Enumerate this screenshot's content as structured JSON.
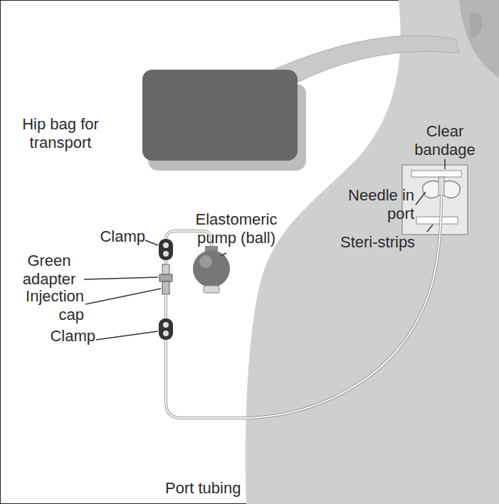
{
  "diagram": {
    "labels": [
      "Hip bag for transport",
      "Clear bandage",
      "Elastomeric pump (ball)",
      "Needle in port",
      "Clamp",
      "Green adapter",
      "Steri-strips",
      "Injection cap",
      "Clamp",
      "Port tubing"
    ]
  }
}
